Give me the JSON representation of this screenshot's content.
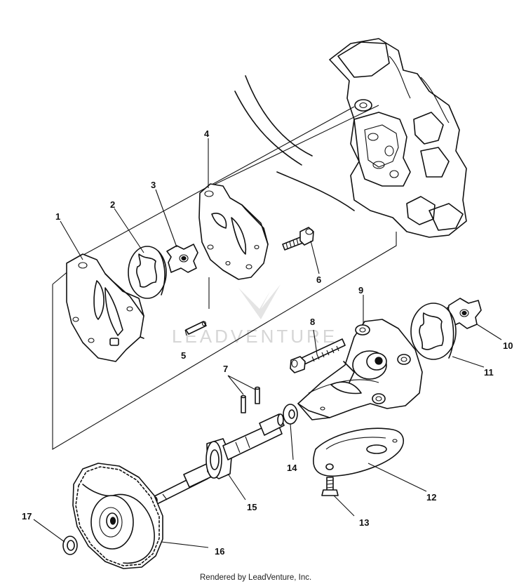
{
  "diagram": {
    "watermark": "LEADVENTURE",
    "footer": "Rendered by LeadVenture, Inc.",
    "callouts": [
      {
        "id": "1",
        "label": "1"
      },
      {
        "id": "2",
        "label": "2"
      },
      {
        "id": "3",
        "label": "3"
      },
      {
        "id": "4",
        "label": "4"
      },
      {
        "id": "5",
        "label": "5"
      },
      {
        "id": "6",
        "label": "6"
      },
      {
        "id": "7",
        "label": "7"
      },
      {
        "id": "8",
        "label": "8"
      },
      {
        "id": "9",
        "label": "9"
      },
      {
        "id": "10",
        "label": "10"
      },
      {
        "id": "11",
        "label": "11"
      },
      {
        "id": "12",
        "label": "12"
      },
      {
        "id": "13",
        "label": "13"
      },
      {
        "id": "14",
        "label": "14"
      },
      {
        "id": "15",
        "label": "15"
      },
      {
        "id": "16",
        "label": "16"
      },
      {
        "id": "17",
        "label": "17"
      }
    ]
  }
}
